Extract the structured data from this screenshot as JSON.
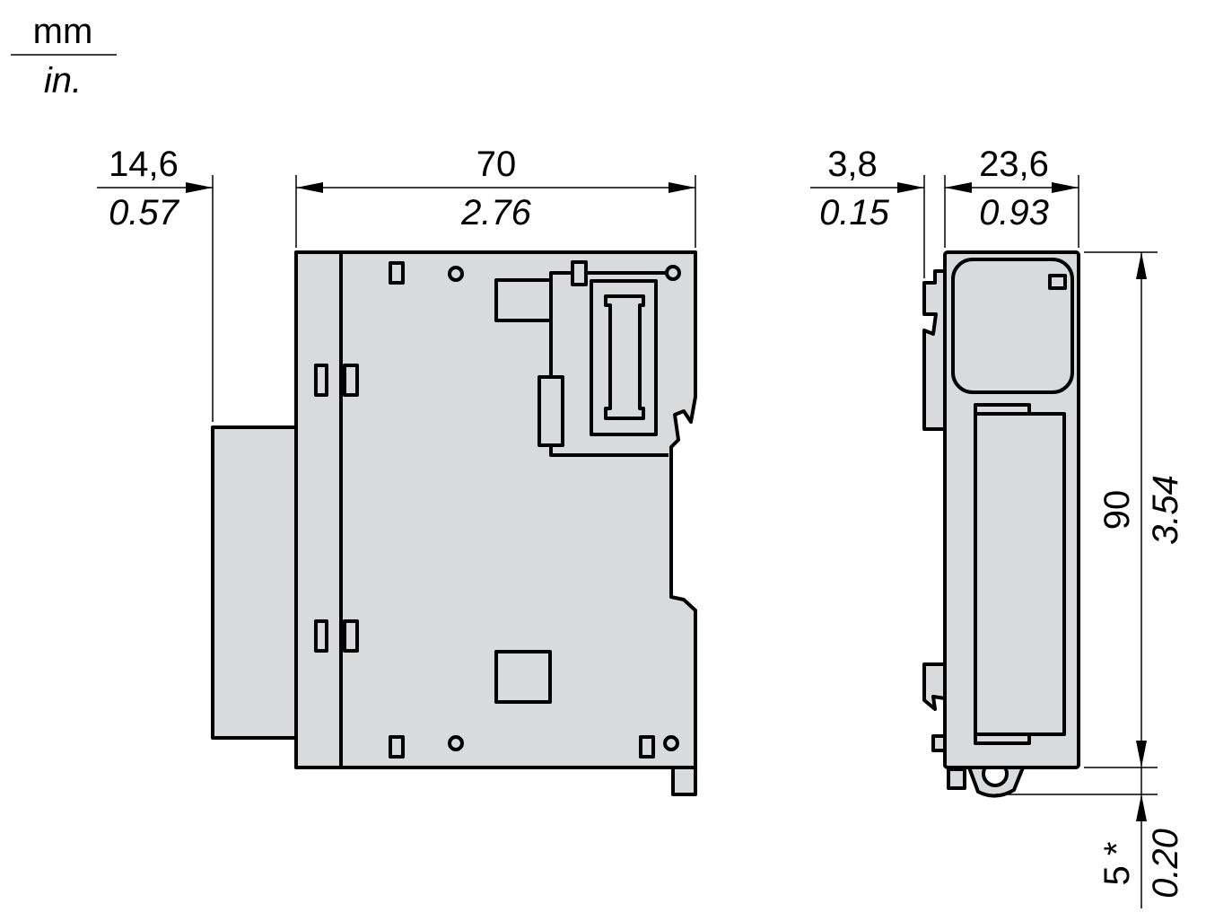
{
  "units": {
    "metric": "mm",
    "imperial": "in."
  },
  "front_view": {
    "left_offset": {
      "mm": "14,6",
      "in": "0.57"
    },
    "depth": {
      "mm": "70",
      "in": "2.76"
    }
  },
  "side_view": {
    "clip_offset": {
      "mm": "3,8",
      "in": "0.15"
    },
    "width": {
      "mm": "23,6",
      "in": "0.93"
    },
    "height": {
      "mm": "90",
      "in": "3.54"
    },
    "bottom_clearance": {
      "mm": "5 *",
      "in": "0.20"
    }
  },
  "colors": {
    "body_fill": "#d9dadc",
    "line": "#000000"
  }
}
